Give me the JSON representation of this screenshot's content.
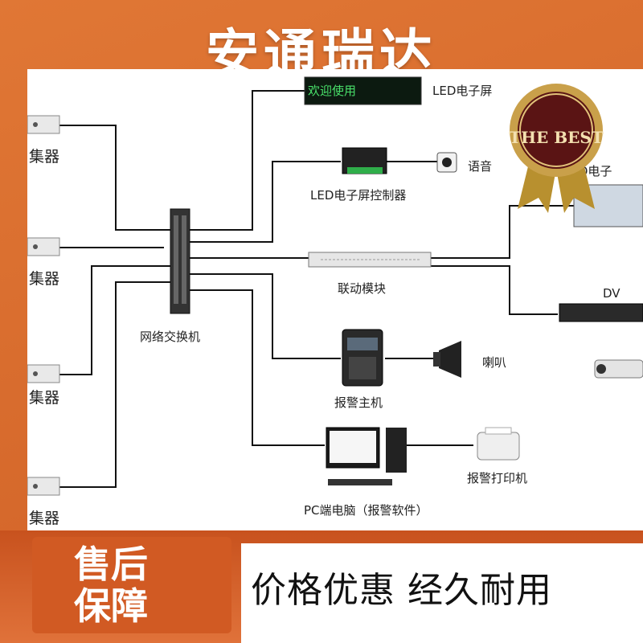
{
  "header": {
    "title": "安通瑞达"
  },
  "diagram": {
    "collectors": [
      "集器",
      "集器",
      "集器",
      "集器"
    ],
    "switch_label": "网络交换机",
    "led_screen_text": "欢迎使用",
    "led_screen_label": "LED电子屏",
    "led_controller_label": "LED电子屏控制器",
    "voice_label": "语音",
    "linkage_module_label": "联动模块",
    "alarm_host_label": "报警主机",
    "horn_label": "喇叭",
    "pc_label": "PC端电脑（报警软件）",
    "printer_label": "报警打印机",
    "right_led_label": "LED电子",
    "dvr_label": "DV"
  },
  "badge": {
    "text": "THE BEST"
  },
  "footer": {
    "service_line1": "售后",
    "service_line2": "保障",
    "slogan": "价格优惠 经久耐用"
  },
  "colors": {
    "brand": "#d86a2c",
    "wire": "#111111",
    "medal_gold": "#c9a04a"
  }
}
